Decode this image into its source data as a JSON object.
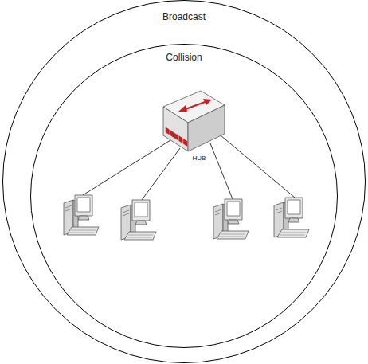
{
  "diagram": {
    "nodes": [
      {
        "text": [
          "Broadcast"
        ]
      },
      {
        "text": [
          "Collision"
        ],
        "in": 0
      },
      {
        "text": [
          "HUB"
        ],
        "in": 1
      }
    ]
  }
}
